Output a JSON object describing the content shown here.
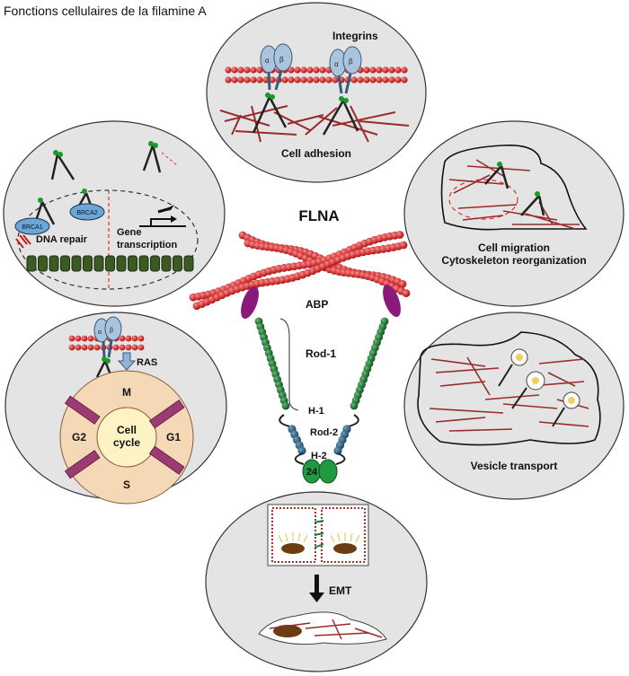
{
  "title": "Fonctions cellulaires de la filamine A",
  "center": {
    "protein": "FLNA",
    "abp": "ABP",
    "rod1": "Rod-1",
    "h1": "H-1",
    "rod2": "Rod-2",
    "h2": "H-2",
    "domain24": "24"
  },
  "panels": {
    "adhesion": {
      "label": "Cell adhesion",
      "integrins": "Integrins",
      "alpha": "α",
      "beta": "β"
    },
    "nuclear": {
      "dna_repair": "DNA repair",
      "gene": "Gene",
      "transcription": "transcription",
      "brca1": "BRCA1",
      "brca2": "BRCA2"
    },
    "migration": {
      "line1": "Cell migration",
      "line2": "Cytoskeleton reorganization"
    },
    "cycle": {
      "ras": "RAS",
      "center_line1": "Cell",
      "center_line2": "cycle",
      "m": "M",
      "g1": "G1",
      "s": "S",
      "g2": "G2",
      "alpha": "α",
      "beta": "β"
    },
    "vesicle": {
      "label": "Vesicle transport"
    },
    "emt": {
      "label": "EMT"
    }
  },
  "colors": {
    "panel_fill": "#e4e4e4",
    "panel_stroke": "#333333",
    "membrane": "#cc2020",
    "actin": "#9a2a2a",
    "rod_green": "#1f6b35",
    "rod_blue": "#2f5f7a",
    "abp_purple": "#8a1a7a",
    "integrin": "#a9c4dc",
    "cycle_fill": "#f5d9b6",
    "cycle_center": "#fdf3c4",
    "cycle_bar": "#9c3a72",
    "dna": "#3c5a24",
    "nucleus": "#6b3d10"
  }
}
